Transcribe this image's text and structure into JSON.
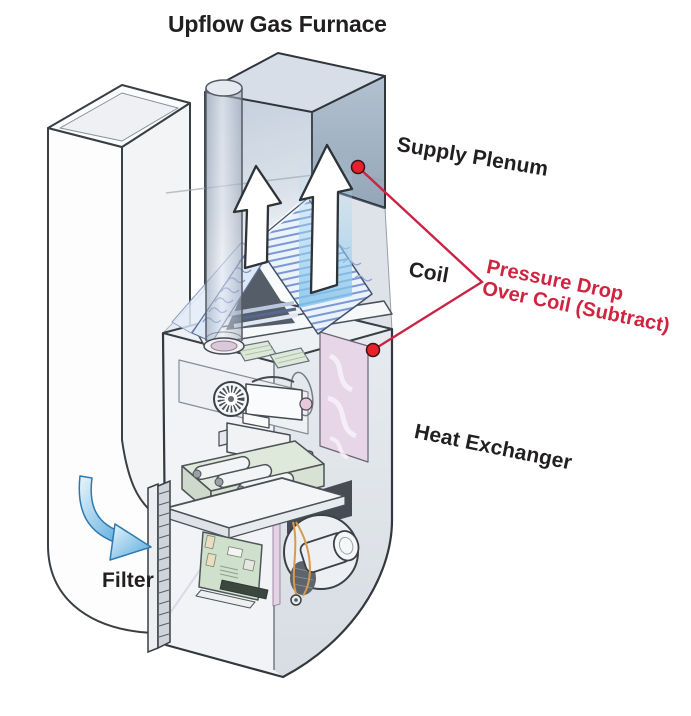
{
  "diagram": {
    "title": "Upflow Gas Furnace",
    "labels": {
      "supply_plenum": "Supply Plenum",
      "coil": "Coil",
      "heat_exchanger": "Heat Exchanger",
      "filter": "Filter"
    },
    "callout": {
      "line1": "Pressure Drop",
      "line2": "Over Coil (Subtract)"
    },
    "icons": {
      "airflow_arrows": "two-white-up-arrows",
      "filter_arrow": "blue-curved-arrow",
      "callout_markers": "red-dots-with-v-lines"
    },
    "colors": {
      "callout_red": "#cf2440",
      "dot_red": "#e6212a",
      "label_black": "#221f20",
      "plenum_blue_gray": "#b9c6d4",
      "coil_stripe_blue": "#7b98d2",
      "airflow_blue": "#8ec8ee",
      "heat_exchanger_pink": "#e7d6e8",
      "burner_green": "#dfe9db",
      "wire_orange": "#d79a4e"
    }
  }
}
